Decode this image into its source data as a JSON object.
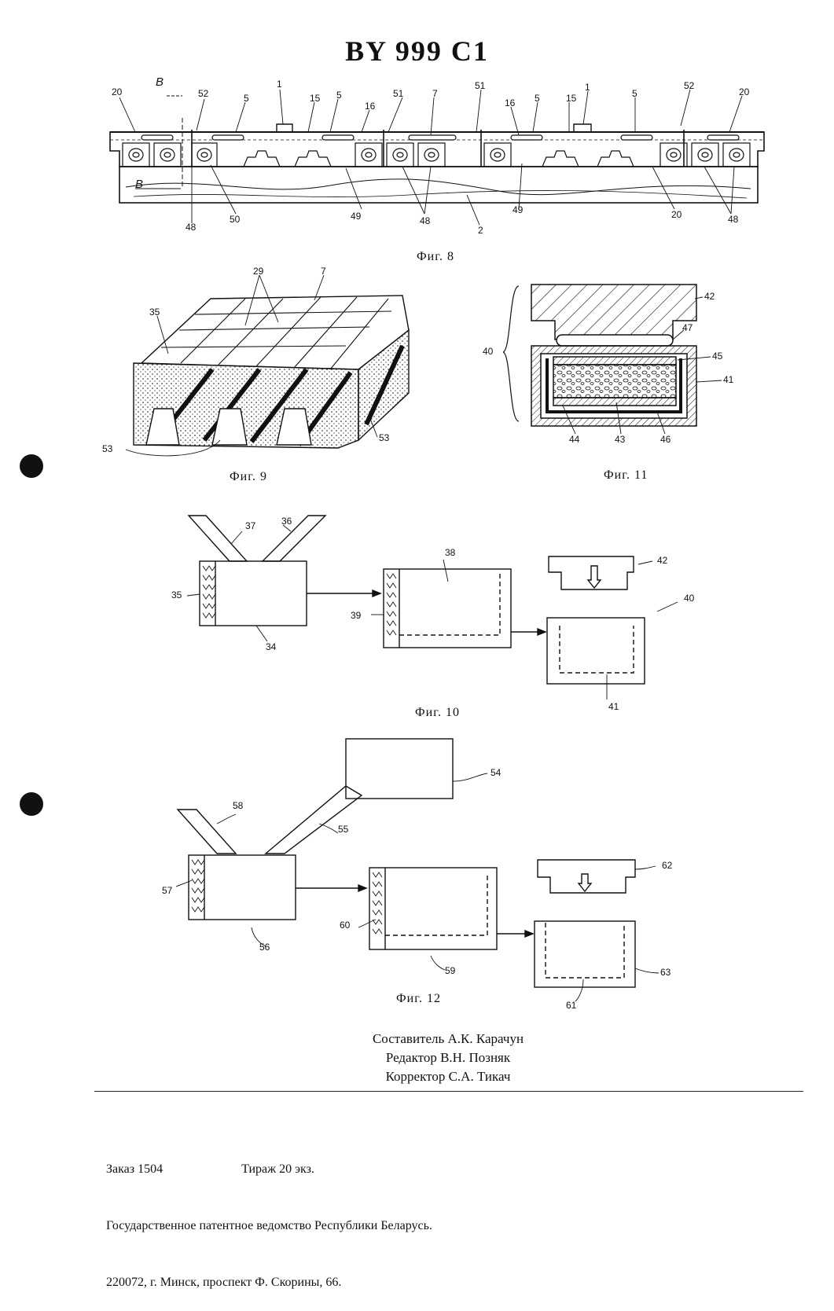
{
  "header": {
    "doc_number": "BY 999 C1"
  },
  "figures": {
    "fig8": {
      "caption": "Фиг. 8",
      "labels": [
        "20",
        "B",
        "52",
        "5",
        "1",
        "15",
        "5",
        "16",
        "51",
        "7",
        "51",
        "16",
        "5",
        "15",
        "1",
        "5",
        "52",
        "20",
        "B",
        "48",
        "50",
        "49",
        "48",
        "2",
        "49",
        "20",
        "48"
      ]
    },
    "fig9": {
      "caption": "Фиг. 9",
      "labels": [
        "29",
        "7",
        "35",
        "53",
        "53"
      ]
    },
    "fig10": {
      "caption": "Фиг. 10",
      "labels": [
        "37",
        "36",
        "35",
        "34",
        "38",
        "39",
        "42",
        "40",
        "41"
      ]
    },
    "fig11": {
      "caption": "Фиг. 11",
      "labels": [
        "42",
        "47",
        "40",
        "45",
        "41",
        "44",
        "43",
        "46"
      ]
    },
    "fig12": {
      "caption": "Фиг. 12",
      "labels": [
        "54",
        "58",
        "55",
        "57",
        "56",
        "62",
        "60",
        "59",
        "63",
        "61"
      ]
    }
  },
  "credits": {
    "compiler": "Составитель А.К. Карачун",
    "editor": "Редактор В.Н. Позняк",
    "corrector": "Корректор С.А. Тикач"
  },
  "footer": {
    "order": "Заказ 1504",
    "circulation": "Тираж 20 экз.",
    "office": "Государственное патентное ведомство Республики Беларусь.",
    "address": "220072, г. Минск, проспект Ф. Скорины, 66."
  },
  "colors": {
    "ink": "#111111",
    "paper": "#ffffff"
  }
}
